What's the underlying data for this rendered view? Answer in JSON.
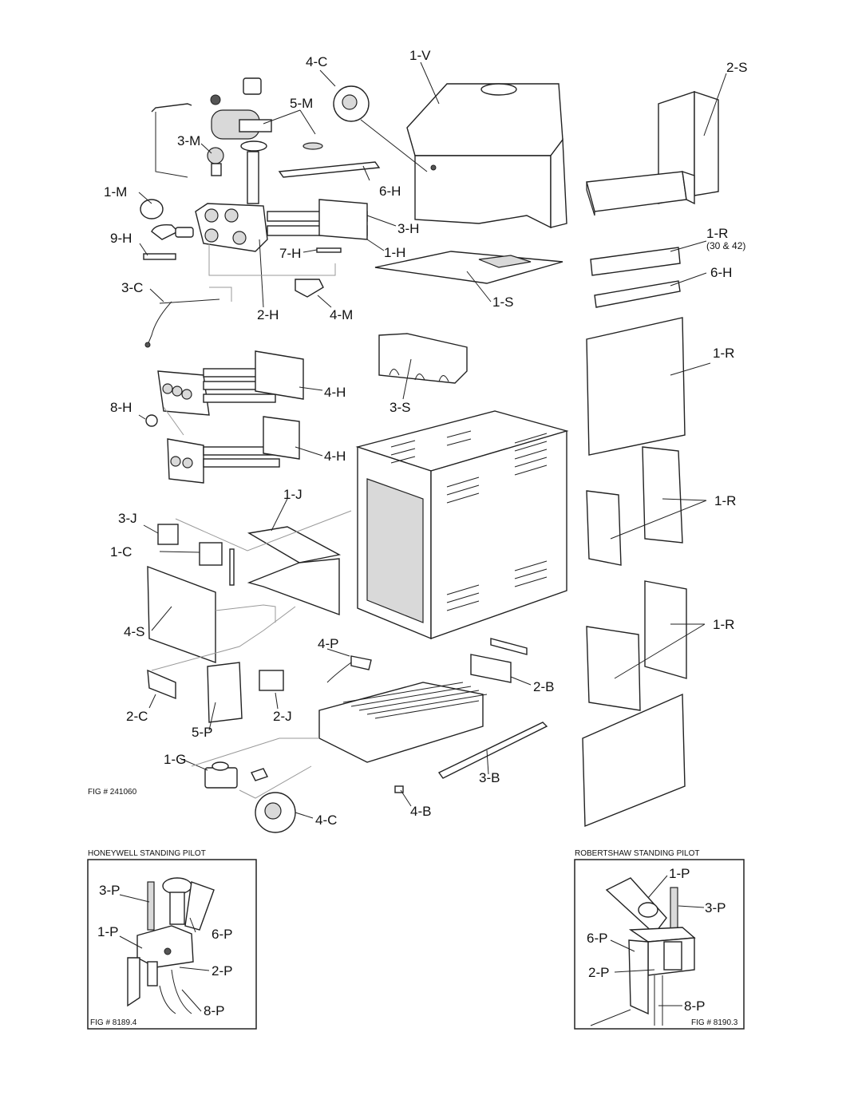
{
  "figures": {
    "main": "FIG # 241060",
    "honeywell": "FIG # 8189.4",
    "robertshaw": "FIG # 8190.3"
  },
  "insets": {
    "honeywell_title": "HONEYWELL STANDING PILOT",
    "robertshaw_title": "ROBERTSHAW STANDING PILOT"
  },
  "labels": {
    "4C_top": "4-C",
    "1V": "1-V",
    "2S": "2-S",
    "5M": "5-M",
    "3M": "3-M",
    "1M": "1-M",
    "6H_top": "6-H",
    "9H": "9-H",
    "3H": "3-H",
    "1R_top": "1-R",
    "1R_top_note": "(30 & 42)",
    "7H": "7-H",
    "1H": "1-H",
    "6H_right": "6-H",
    "3C": "3-C",
    "1S": "1-S",
    "2H": "2-H",
    "4M": "4-M",
    "1R_mid": "1-R",
    "4H_upper": "4-H",
    "8H": "8-H",
    "3S": "3-S",
    "4H_lower": "4-H",
    "1J": "1-J",
    "1R_pair": "1-R",
    "3J": "3-J",
    "1C": "1-C",
    "4S": "4-S",
    "1R_lower": "1-R",
    "4P": "4-P",
    "2B": "2-B",
    "2C": "2-C",
    "2J": "2-J",
    "5P": "5-P",
    "1G": "1-G",
    "3B": "3-B",
    "4B": "4-B",
    "4C_bottom": "4-C",
    "hw_3P": "3-P",
    "hw_1P": "1-P",
    "hw_6P": "6-P",
    "hw_2P": "2-P",
    "hw_8P": "8-P",
    "rs_1P": "1-P",
    "rs_3P": "3-P",
    "rs_6P": "6-P",
    "rs_2P": "2-P",
    "rs_8P": "8-P"
  }
}
